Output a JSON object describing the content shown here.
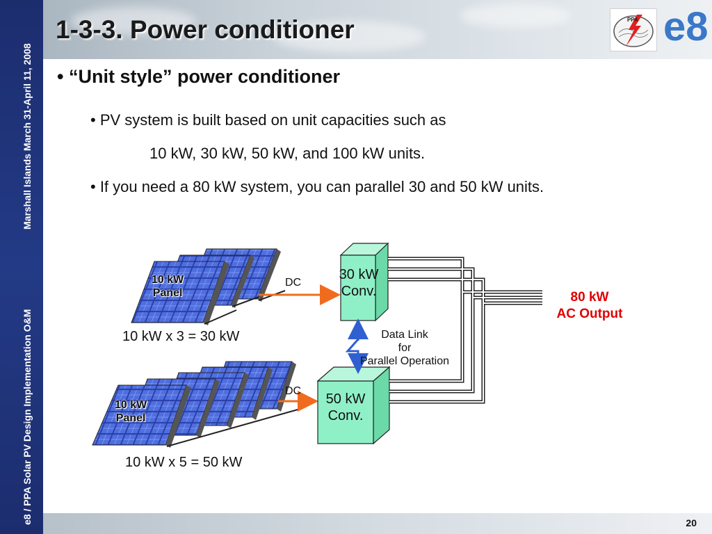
{
  "sidebar": {
    "top_text": "Marshall Islands March 31-April 11, 2008",
    "bottom_text": "e8 / PPA Solar PV Design Implementation O&M"
  },
  "header": {
    "title": "1-3-3. Power conditioner",
    "logo_ppa_text": "PPA",
    "logo_e8_text": "e8"
  },
  "content": {
    "bullet1": "• “Unit style” power conditioner",
    "bullet2a": "• PV system is built based on unit capacities such as",
    "bullet2a_cont": "10 kW, 30 kW, 50 kW, and 100 kW units.",
    "bullet2b": "• If you need a 80 kW system, you can parallel 30 and 50  kW units."
  },
  "diagram": {
    "panel_label_top": "10 kW\nPanel",
    "panel_label_bottom": "10 kW\nPanel",
    "top_caption": "10 kW x 3 = 30 kW",
    "bottom_caption": "10 kW x 5 = 50 kW",
    "dc_top": "DC",
    "dc_bottom": "DC",
    "conv_top": "30 kW\nConv.",
    "conv_bottom": "50 kW\nConv.",
    "data_link": "Data Link\nfor\nParallel Operation",
    "output_line1": "80 kW",
    "output_line2": "AC Output",
    "colors": {
      "dc_arrow": "#ef6c1f",
      "data_link": "#2f5fd0",
      "converter": "#8ff0c8",
      "output": "#e00000"
    }
  },
  "footer": {
    "page_number": "20"
  }
}
